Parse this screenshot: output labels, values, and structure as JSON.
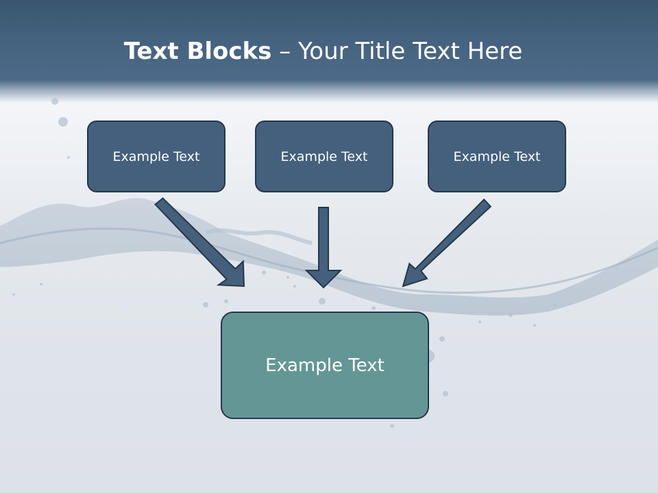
{
  "slide": {
    "title_bold": "Text Blocks",
    "title_dash": " – ",
    "title_rest": "Your Title Text Here"
  },
  "blocks": {
    "top": [
      {
        "label": "Example Text"
      },
      {
        "label": "Example Text"
      },
      {
        "label": "Example Text"
      }
    ],
    "bottom": {
      "label": "Example Text"
    }
  },
  "colors": {
    "header": "#45627f",
    "top_box_fill": "#44607c",
    "bottom_box_fill": "#659696",
    "box_border": "#24374b",
    "arrow": "#44607c"
  }
}
